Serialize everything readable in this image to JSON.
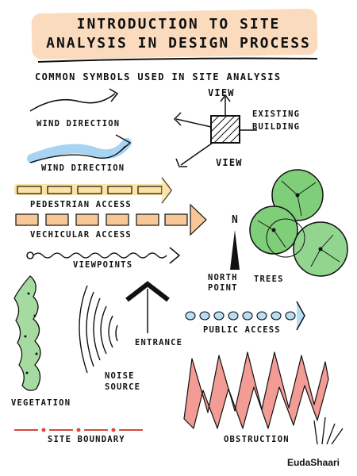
{
  "title": {
    "line1": "INTRODUCTION TO SITE",
    "line2": "ANALYSIS IN DESIGN PROCESS"
  },
  "subtitle": "COMMON SYMBOLS USED IN SITE ANALYSIS",
  "labels": {
    "wind_direction_1": "WIND DIRECTION",
    "wind_direction_2": "WIND DIRECTION",
    "view_top": "VIEW",
    "view_bottom": "VIEW",
    "existing": "EXISTING",
    "building": "BUILDING",
    "pedestrian_access": "PEDESTRIAN ACCESS",
    "vehicular_access": "VECHICULAR ACCESS",
    "viewpoints": "VIEWPOINTS",
    "north_letter": "N",
    "north": "NORTH",
    "point": "POINT",
    "trees": "TREES",
    "public_access": "PUBLIC ACCESS",
    "entrance": "ENTRANCE",
    "noise": "NOISE",
    "source": "SOURCE",
    "vegetation": "VEGETATION",
    "site_boundary": "SITE BOUNDARY",
    "obstruction": "OBSTRUCTION"
  },
  "author": "EudaShaari",
  "colors": {
    "title_band": "#f9d5b3",
    "wind_blue": "#a9d3f2",
    "pedestrian_yellow": "#fbe3a6",
    "vehicular_orange": "#f8c797",
    "tree_green": "#7fce7a",
    "vegetation_green": "#a5dba0",
    "public_access_blue": "#b9ddf4",
    "obstruction_red": "#f39b95",
    "boundary_red": "#d9483b",
    "ink": "#1a1a1a"
  }
}
